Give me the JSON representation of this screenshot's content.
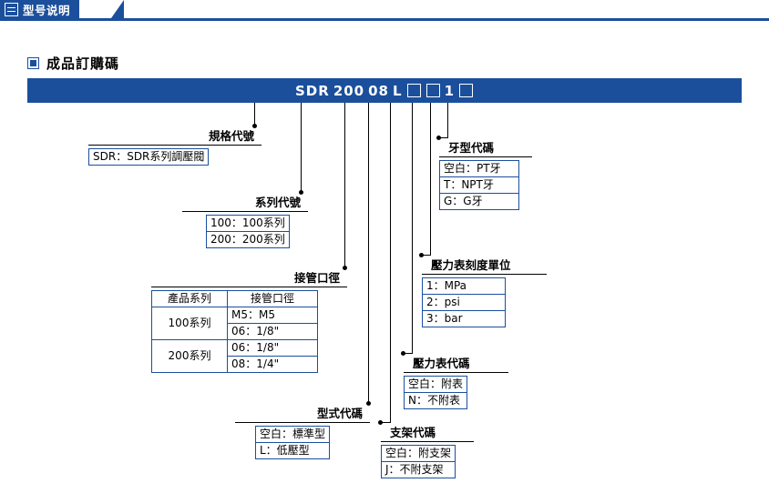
{
  "header": {
    "tab_label": "型号说明",
    "icon": "list-icon"
  },
  "section": {
    "title": "成品訂購碼"
  },
  "order_code": {
    "segments": [
      "SDR",
      "200",
      "08",
      "L"
    ],
    "box": "□",
    "digit": "1"
  },
  "groups": {
    "spec": {
      "title": "規格代號",
      "rows": [
        [
          "SDR：SDR系列調壓閥"
        ]
      ]
    },
    "series": {
      "title": "系列代號",
      "rows": [
        [
          "100：100系列"
        ],
        [
          "200：200系列"
        ]
      ]
    },
    "port": {
      "title": "接管口徑",
      "head": [
        "產品系列",
        "接管口徑"
      ],
      "rows": [
        [
          "100系列",
          "M5：M5"
        ],
        [
          "",
          "06：1/8\""
        ],
        [
          "200系列",
          "06：1/8\""
        ],
        [
          "",
          "08：1/4\""
        ]
      ]
    },
    "type": {
      "title": "型式代碼",
      "rows": [
        [
          "空白：標準型"
        ],
        [
          "L：低壓型"
        ]
      ]
    },
    "bracket": {
      "title": "支架代碼",
      "rows": [
        [
          "空白：附支架"
        ],
        [
          "J：不附支架"
        ]
      ]
    },
    "gauge": {
      "title": "壓力表代碼",
      "rows": [
        [
          "空白：附表"
        ],
        [
          "N：不附表"
        ]
      ]
    },
    "unit": {
      "title": "壓力表刻度單位",
      "rows": [
        [
          "1：MPa"
        ],
        [
          "2：psi"
        ],
        [
          "3：bar"
        ]
      ]
    },
    "thread": {
      "title": "牙型代碼",
      "rows": [
        [
          "空白：PT牙"
        ],
        [
          "T：NPT牙"
        ],
        [
          "G：G牙"
        ]
      ]
    }
  },
  "colors": {
    "brand": "#1b4f9c",
    "line": "#000000"
  }
}
